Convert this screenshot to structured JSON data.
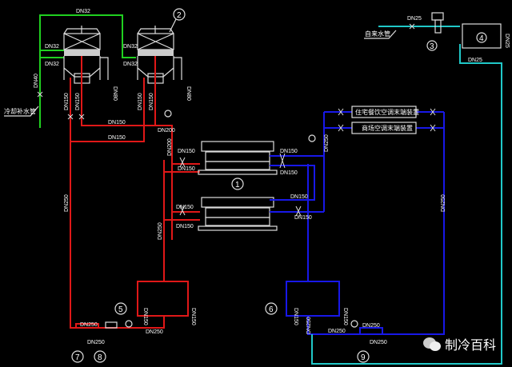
{
  "title": "空调冷却水与冷冻水系统原理图",
  "dn": [
    "DN32",
    "DN32",
    "DN32",
    "DN32",
    "DN32",
    "DN40",
    "DN80",
    "DN80",
    "DN150",
    "DN150",
    "DN150",
    "DN150",
    "DN150",
    "DN150",
    "DN200",
    "DN200",
    "DN150",
    "DN150",
    "DN150",
    "DN150",
    "DN150",
    "DN150",
    "DN150",
    "DN150",
    "DN250",
    "DN250",
    "DN250",
    "DN250",
    "DN250",
    "DN150",
    "DN150",
    "DN150",
    "DN150",
    "DN250",
    "DN250",
    "DN250",
    "DN250",
    "DN25",
    "DN25",
    "DN25",
    "DN250"
  ],
  "labels": {
    "makeup_left": "冷却补水管",
    "tap_water": "自来水管",
    "terminal_1": "住宅餐饮空调末端装置",
    "terminal_2": "商场空调末端装置"
  },
  "markers": [
    "1",
    "2",
    "3",
    "4",
    "5",
    "6",
    "7",
    "8",
    "9"
  ],
  "watermark": "制冷百科",
  "colors": {
    "cooling": "#e01818",
    "chilled": "#1818e8",
    "makeup": "#20c8c8",
    "tower_makeup": "#20d020"
  }
}
